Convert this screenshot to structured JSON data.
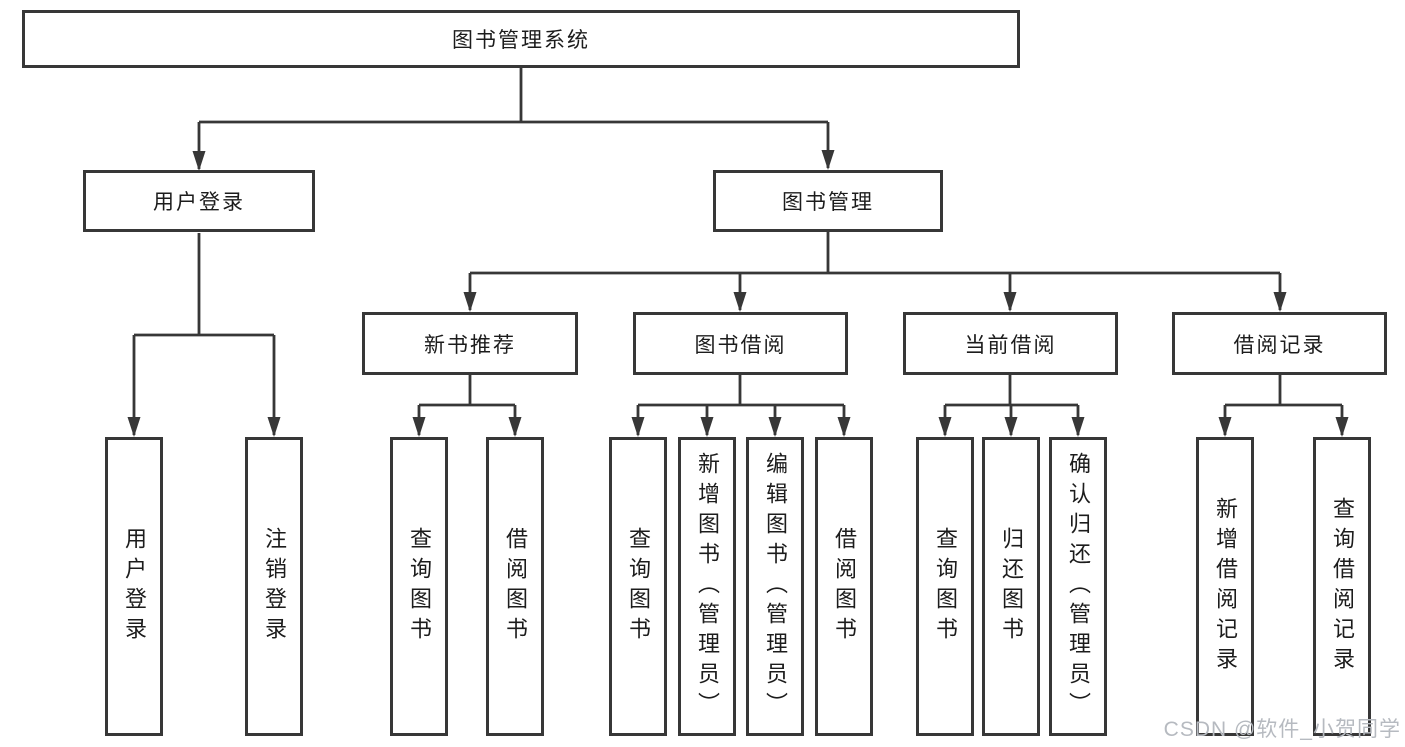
{
  "diagram_type": "functional-structure-tree",
  "tree": {
    "root": {
      "label": "图书管理系统"
    },
    "children": [
      {
        "label": "用户登录",
        "children": [
          {
            "label": "用户登录"
          },
          {
            "label": "注销登录"
          }
        ]
      },
      {
        "label": "图书管理",
        "children": [
          {
            "label": "新书推荐",
            "children": [
              {
                "label": "查询图书"
              },
              {
                "label": "借阅图书"
              }
            ]
          },
          {
            "label": "图书借阅",
            "children": [
              {
                "label": "查询图书"
              },
              {
                "label": "新增图书（管理员）"
              },
              {
                "label": "编辑图书（管理员）"
              },
              {
                "label": "借阅图书"
              }
            ]
          },
          {
            "label": "当前借阅",
            "children": [
              {
                "label": "查询图书"
              },
              {
                "label": "归还图书"
              },
              {
                "label": "确认归还（管理员）"
              }
            ]
          },
          {
            "label": "借阅记录",
            "children": [
              {
                "label": "新增借阅记录"
              },
              {
                "label": "查询借阅记录"
              }
            ]
          }
        ]
      }
    ]
  },
  "watermark": {
    "text": "CSDN @软件_小贺同学"
  },
  "colors": {
    "line": "#373737",
    "box_border": "#373737",
    "box_fill": "#ffffff",
    "text": "#1c1c1c",
    "watermark": "#b6bac0",
    "background": "#ffffff"
  }
}
